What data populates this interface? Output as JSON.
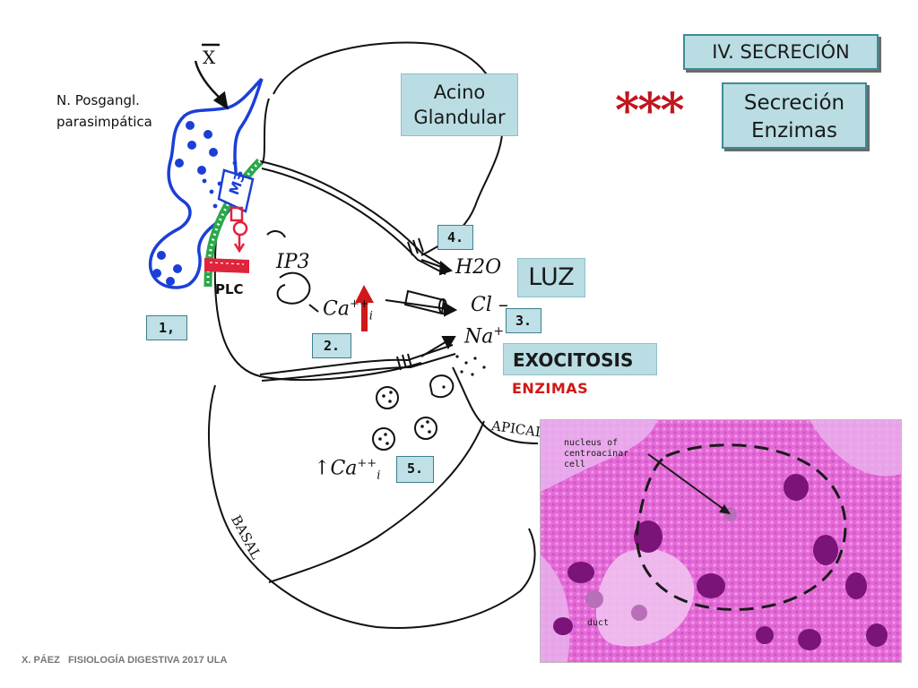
{
  "title": "IV. SECRECIÓN",
  "subtitle": {
    "line1": "Secreción",
    "line2": "Enzimas"
  },
  "stars": "***",
  "acino": {
    "line1": "Acino",
    "line2": "Glandular"
  },
  "nerve": {
    "line1": "N. Posgangl.",
    "line2": "parasimpática"
  },
  "nerve_letter": "X",
  "receptor": "M3",
  "plc": "PLC",
  "luz": "LUZ",
  "steps": [
    "1,",
    "2.",
    "3.",
    "4.",
    "5."
  ],
  "ions": {
    "ip3": "IP3",
    "ca": "Ca",
    "ca_sup": "++",
    "ca_sub": "i",
    "h2o": "H2O",
    "cl": "Cl",
    "na": "Na",
    "na_sup": "+"
  },
  "exocitosis": "EXOCITOSIS",
  "enzimas": "ENZIMAS",
  "apical": "APICAL",
  "basal": "BASAL",
  "micrograph": {
    "label_nucleus": "nucleus of centroacinar cell",
    "label_duct": "duct"
  },
  "footer": "X. PÁEZ   FISIOLOGÍA DIGESTIVA 2017 ULA",
  "colors": {
    "teal_box": "#b9dde3",
    "stars": "#c0151d",
    "enzimas": "#d01818",
    "nerve": "#1b3fd6",
    "membrane_green": "#2aa84a",
    "plc_red": "#e0243c"
  }
}
